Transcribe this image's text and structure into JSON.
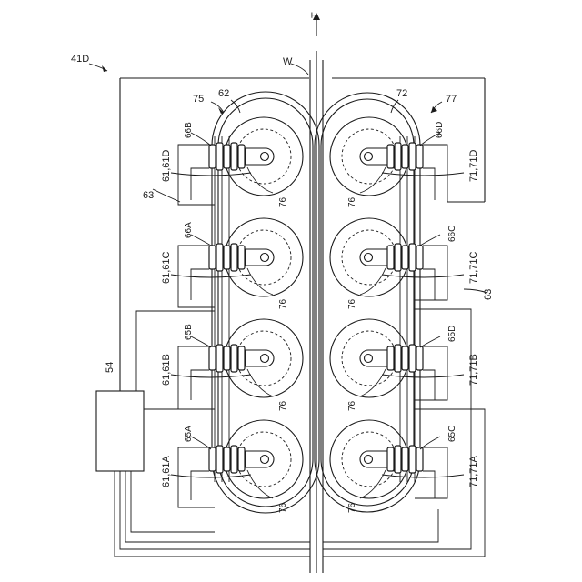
{
  "figure_label": "41D",
  "labels": {
    "wire": "W",
    "direction": "T",
    "controller": "54",
    "left_unit": "75",
    "right_unit": "77",
    "left_belt": "62",
    "right_belt": "72",
    "bracket_left": "63",
    "bracket_right": "63",
    "coil_left_d": "66B",
    "coil_left_c": "66A",
    "coil_left_b": "65B",
    "coil_left_a": "65A",
    "coil_right_d": "66D",
    "coil_right_c": "66C",
    "coil_right_b": "65D",
    "coil_right_a": "65C",
    "pulley_left_d": "61,61D",
    "pulley_left_c": "61,61C",
    "pulley_left_b": "61,61B",
    "pulley_left_a": "61,61A",
    "pulley_right_d": "71,71D",
    "pulley_right_c": "71,71C",
    "pulley_right_b": "71,71B",
    "pulley_right_a": "71,71A",
    "axis_ref": "76"
  }
}
